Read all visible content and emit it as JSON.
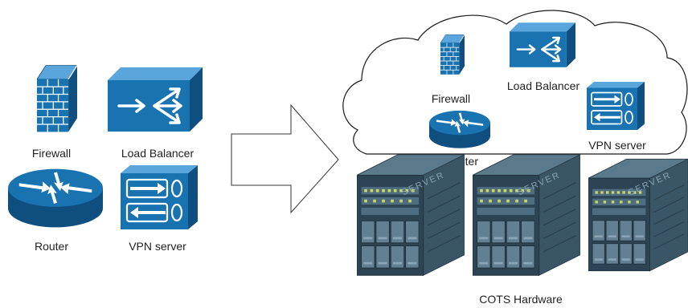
{
  "left_panel": {
    "firewall_label": "Firewall",
    "load_balancer_label": "Load Balancer",
    "router_label": "Router",
    "vpn_label": "VPN server"
  },
  "cloud_panel": {
    "firewall_label": "Firewall",
    "load_balancer_label": "Load Balancer",
    "router_label": "Router",
    "vpn_label": "VPN server",
    "server_caption": "SERVER",
    "hardware_label": "COTS Hardware"
  },
  "colors": {
    "device_blue": "#1a73b1",
    "device_blue_dark": "#0e4f80",
    "server_body": "#3a5566"
  },
  "icons": [
    "firewall-icon",
    "load-balancer-icon",
    "router-icon",
    "vpn-server-icon",
    "transition-arrow-icon",
    "server-icon"
  ]
}
